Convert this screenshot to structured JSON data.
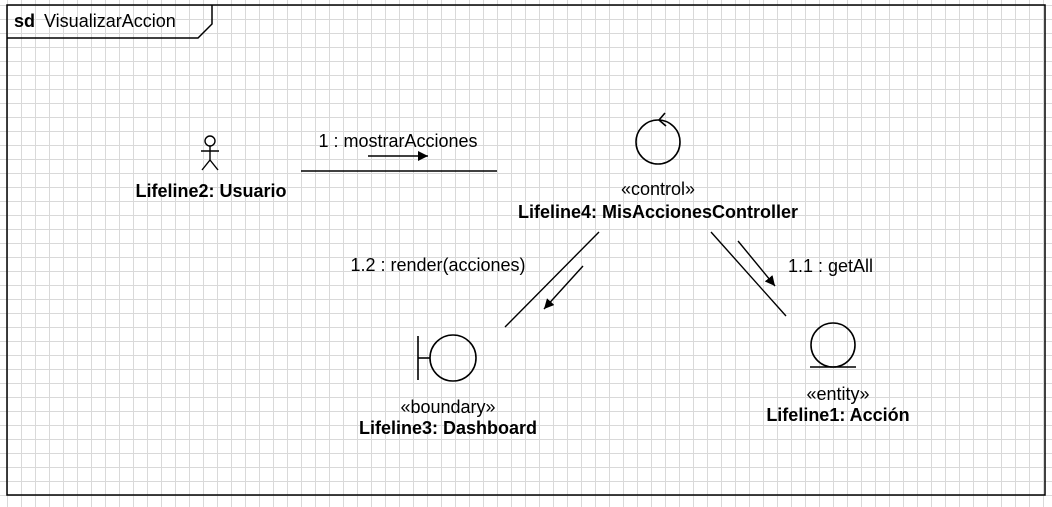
{
  "frame": {
    "keyword": "sd",
    "name": "VisualizarAccion"
  },
  "lifelines": {
    "usuario": {
      "name": "Lifeline2: Usuario",
      "icon": "actor-icon"
    },
    "controller": {
      "stereotype": "«control»",
      "name": "Lifeline4: MisAccionesController",
      "icon": "control-icon"
    },
    "dashboard": {
      "stereotype": "«boundary»",
      "name": "Lifeline3: Dashboard",
      "icon": "boundary-icon"
    },
    "accion": {
      "stereotype": "«entity»",
      "name": "Lifeline1: Acción",
      "icon": "entity-icon"
    }
  },
  "messages": [
    {
      "label": "1 : mostrarAcciones"
    },
    {
      "label": "1.1 : getAll"
    },
    {
      "label": "1.2 : render(acciones)"
    }
  ],
  "colors": {
    "line": "#000000",
    "grid": "#d9d9d9",
    "background": "#ffffff"
  }
}
